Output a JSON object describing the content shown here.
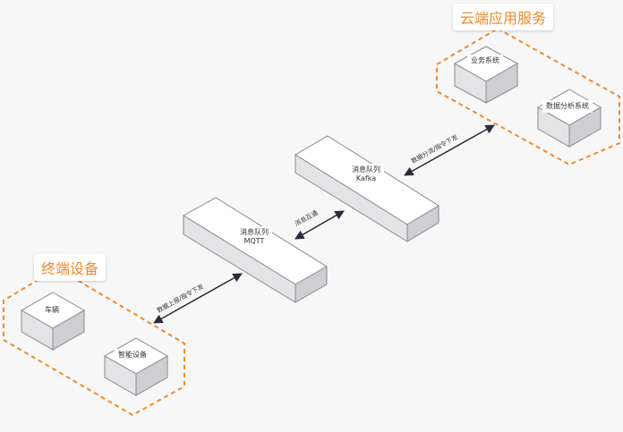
{
  "groups": {
    "cloud": {
      "title": "云端应用服务",
      "border_color": "#f08a2a"
    },
    "edge": {
      "title": "终端设备",
      "border_color": "#f08a2a"
    }
  },
  "nodes": {
    "business": "业务系统",
    "analytics": "数据分析系统",
    "vehicle": "车辆",
    "smart_device": "智能设备",
    "mqtt": {
      "line1": "消息队列",
      "line2": "MQTT"
    },
    "kafka": {
      "line1": "消息队列",
      "line2": "Kafka"
    }
  },
  "edges": {
    "device_mqtt": "数据上报/指令下发",
    "mqtt_kafka": "消息互通",
    "kafka_cloud": "数据分流/指令下发"
  },
  "colors": {
    "box_top": "#ffffff",
    "box_left": "#e4e4e6",
    "box_right": "#cfcfd3",
    "box_stroke": "#8a8a90",
    "arrow": "#2b2b3a"
  }
}
